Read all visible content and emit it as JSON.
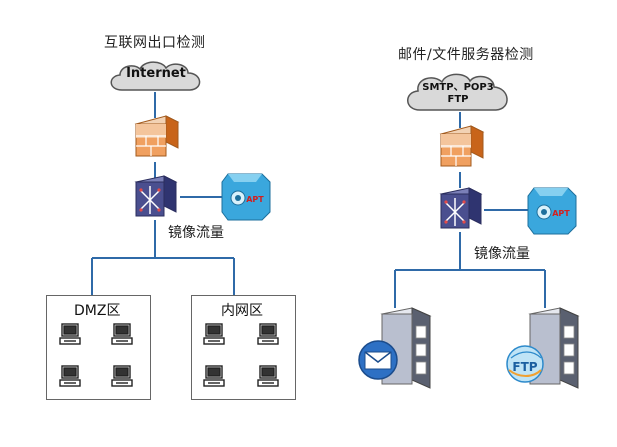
{
  "left": {
    "title": "互联网出口检测",
    "cloud_label": "Internet",
    "mirror_label": "镜像流量",
    "apt_label": "APT",
    "zones": [
      "DMZ区",
      "内网区"
    ]
  },
  "right": {
    "title": "邮件/文件服务器检测",
    "cloud_line1": "SMTP、POP3",
    "cloud_line2": "FTP",
    "mirror_label": "镜像流量",
    "apt_label": "APT",
    "ftp_label": "FTP"
  },
  "colors": {
    "line": "#2f6aa8",
    "firewall_top": "#e2a06a",
    "firewall_bottom": "#e56a1a",
    "switch": "#4a4f8f",
    "apt": "#3aa7dd",
    "cloud": "#d9d9d9"
  },
  "icons": [
    "cloud-icon",
    "firewall-icon",
    "switch-icon",
    "apt-device-icon",
    "computer-icon",
    "server-icon",
    "mail-icon",
    "ftp-icon"
  ]
}
